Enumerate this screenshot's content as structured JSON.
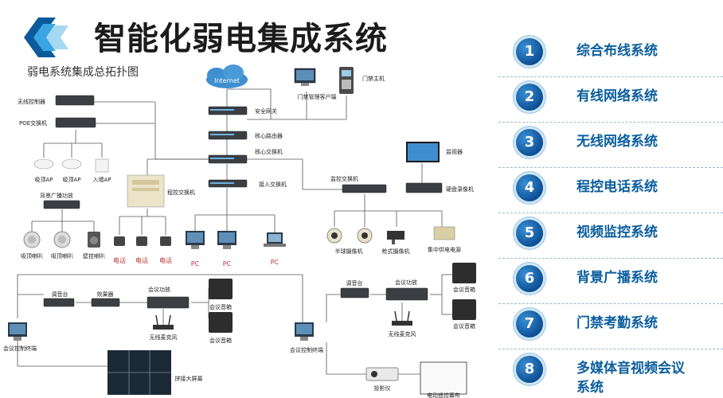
{
  "header": {
    "title": "智能化弱电集成系统",
    "subtitle": "弱电系统集成总拓扑图"
  },
  "colors": {
    "accent": "#0b5e9e",
    "badge": "#0d4f95"
  },
  "systems": [
    {
      "num": "1",
      "label": "综合布线系统"
    },
    {
      "num": "2",
      "label": "有线网络系统"
    },
    {
      "num": "3",
      "label": "无线网络系统"
    },
    {
      "num": "4",
      "label": "程控电话系统"
    },
    {
      "num": "5",
      "label": "视频监控系统"
    },
    {
      "num": "6",
      "label": "背景广播系统"
    },
    {
      "num": "7",
      "label": "门禁考勤系统"
    },
    {
      "num": "8",
      "label": "多媒体音视频会议系统"
    }
  ],
  "diagram": {
    "internet": "Internet",
    "door_client": "门禁管理客户端",
    "door_host": "门禁主机",
    "security_gw": "安全网关",
    "core_router": "核心路由器",
    "core_switch": "核心交换机",
    "access_switch": "接入交换机",
    "wireless_ctrl": "无线控制器",
    "poe_switch": "POE交换机",
    "ceiling_ap1": "吸顶AP",
    "ceiling_ap2": "吸顶AP",
    "wall_ap": "入墙AP",
    "bg_amp": "背景广播功放",
    "pbx": "程控交换机",
    "phone1": "电话",
    "phone2": "电话",
    "phone3": "电话",
    "pc1": "PC",
    "pc2": "PC",
    "pc3": "PC",
    "spk1": "吸顶喇叭",
    "spk2": "吸顶喇叭",
    "spk3": "壁挂喇叭",
    "monitor": "监视器",
    "mon_switch": "监控交换机",
    "dvr": "硬盘录像机",
    "dome_cam": "半球摄像机",
    "gun_cam": "枪式摄像机",
    "power": "集中供电电源",
    "mixer1": "调音台",
    "effects": "效果器",
    "conf_amp1": "会议功放",
    "conf_spk1": "会议音箱",
    "conf_spk2": "会议音箱",
    "mic1": "无线麦克风",
    "conf_term1": "会议控制终端",
    "video_wall": "拼接大屏幕",
    "mixer2": "调音台",
    "conf_amp2": "会议功放",
    "conf_spk3": "会议音箱",
    "conf_spk4": "会议音箱",
    "mic2": "无线麦克风",
    "conf_term2": "会议控制终端",
    "projector": "投影仪",
    "screen": "电动遥控幕布"
  }
}
